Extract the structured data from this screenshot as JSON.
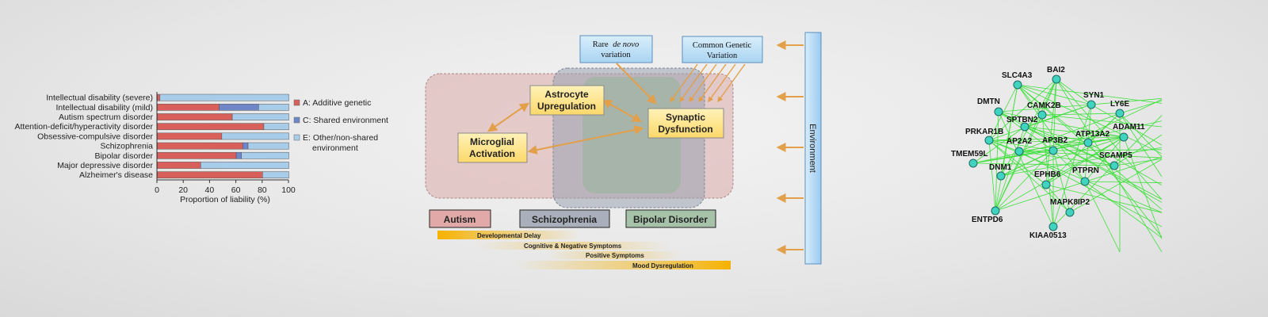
{
  "chart_data": {
    "type": "bar",
    "orientation": "horizontal",
    "stacked": true,
    "categories": [
      "Intellectual disability (severe)",
      "Intellectual disability (mild)",
      "Autism spectrum disorder",
      "Attention-deficit/hyperactivity disorder",
      "Obsessive-compulsive disorder",
      "Schizophrenia",
      "Bipolar disorder",
      "Major depressive disorder",
      "Alzheimer's disease"
    ],
    "series": [
      {
        "name": "A: Additive genetic",
        "color": "#d9605a",
        "values": [
          2,
          47,
          57,
          81,
          49,
          65,
          60,
          33,
          80
        ]
      },
      {
        "name": "C: Shared environment",
        "color": "#6f86c8",
        "values": [
          0,
          30,
          0,
          0,
          0,
          4,
          4,
          0,
          0
        ]
      },
      {
        "name": "E: Other/non-shared environment",
        "color": "#a8cdea",
        "values": [
          98,
          23,
          43,
          19,
          51,
          31,
          36,
          67,
          20
        ]
      }
    ],
    "xlim": [
      0,
      100
    ],
    "xticks": [
      "0",
      "20",
      "40",
      "60",
      "80",
      "100"
    ],
    "xlabel": "Proportion of liability (%)",
    "legend": [
      "A: Additive genetic",
      "C: Shared environment",
      "E: Other/non-shared",
      "environment"
    ],
    "legend_position": "right"
  },
  "diagram": {
    "inputs": {
      "rare": [
        "Rare",
        "de novo",
        "variation"
      ],
      "common": [
        "Common Genetic",
        "Variation"
      ]
    },
    "nodes": {
      "astrocyte": [
        "Astrocyte",
        "Upregulation"
      ],
      "synaptic": [
        "Synaptic",
        "Dysfunction"
      ],
      "microglial": [
        "Microglial",
        "Activation"
      ]
    },
    "disorders": [
      "Autism",
      "Schizophrenia",
      "Bipolar Disorder"
    ],
    "symptoms": [
      "Developmental Delay",
      "Cognitive & Negative Symptoms",
      "Positive Symptoms",
      "Mood Dysregulation"
    ],
    "environment": "Environment",
    "colors": {
      "arrow": "#e2a04a",
      "node_fill": "#fde79a",
      "input_fill": "#bfe0f7",
      "gradient": "#f6b200"
    }
  },
  "network": {
    "genes": [
      "SLC4A3",
      "BAI2",
      "DMTN",
      "CAMK2B",
      "SYN1",
      "LY6E",
      "SPTBN2",
      "PRKAR1B",
      "ADAM11",
      "AP2A2",
      "AP3B2",
      "ATP13A2",
      "TMEM59L",
      "SCAMP5",
      "DNM1",
      "EPHB6",
      "PTPRN",
      "MAPK8IP2",
      "ENTPD6",
      "KIAA0513"
    ],
    "colors": {
      "edge": "#3de03a",
      "node": "#3fd3c0"
    }
  }
}
